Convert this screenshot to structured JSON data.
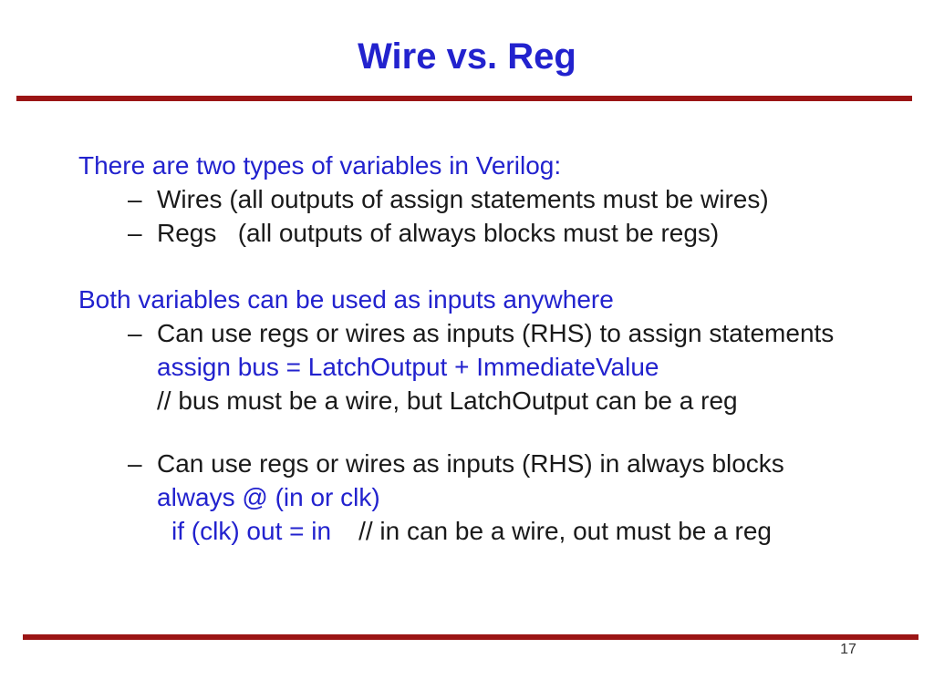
{
  "colors": {
    "red": "#9B1515",
    "blue": "#2222CE",
    "text": "#1A1A1A",
    "pagenum": "#333333"
  },
  "title": "Wire vs. Reg",
  "bullet": "–",
  "page_number": "17",
  "lines": {
    "intro1": "There are two types of variables in Verilog:",
    "wires": "Wires (all outputs of assign statements must be wires)",
    "regs": "Regs   (all outputs of always blocks must be regs)",
    "intro2": "Both variables can be used as inputs anywhere",
    "rhs_assign": "Can use regs or wires as inputs (RHS) to assign statements",
    "assign_code": "assign bus = LatchOutput + ImmediateValue",
    "assign_comment": "// bus must be a wire, but LatchOutput can be a reg",
    "rhs_always": "Can use regs or wires as inputs (RHS) in always blocks",
    "always_code": "always @ (in or clk)",
    "if_code": "if (clk) out = in",
    "if_comment": "// in can be a wire, out must be a reg"
  }
}
